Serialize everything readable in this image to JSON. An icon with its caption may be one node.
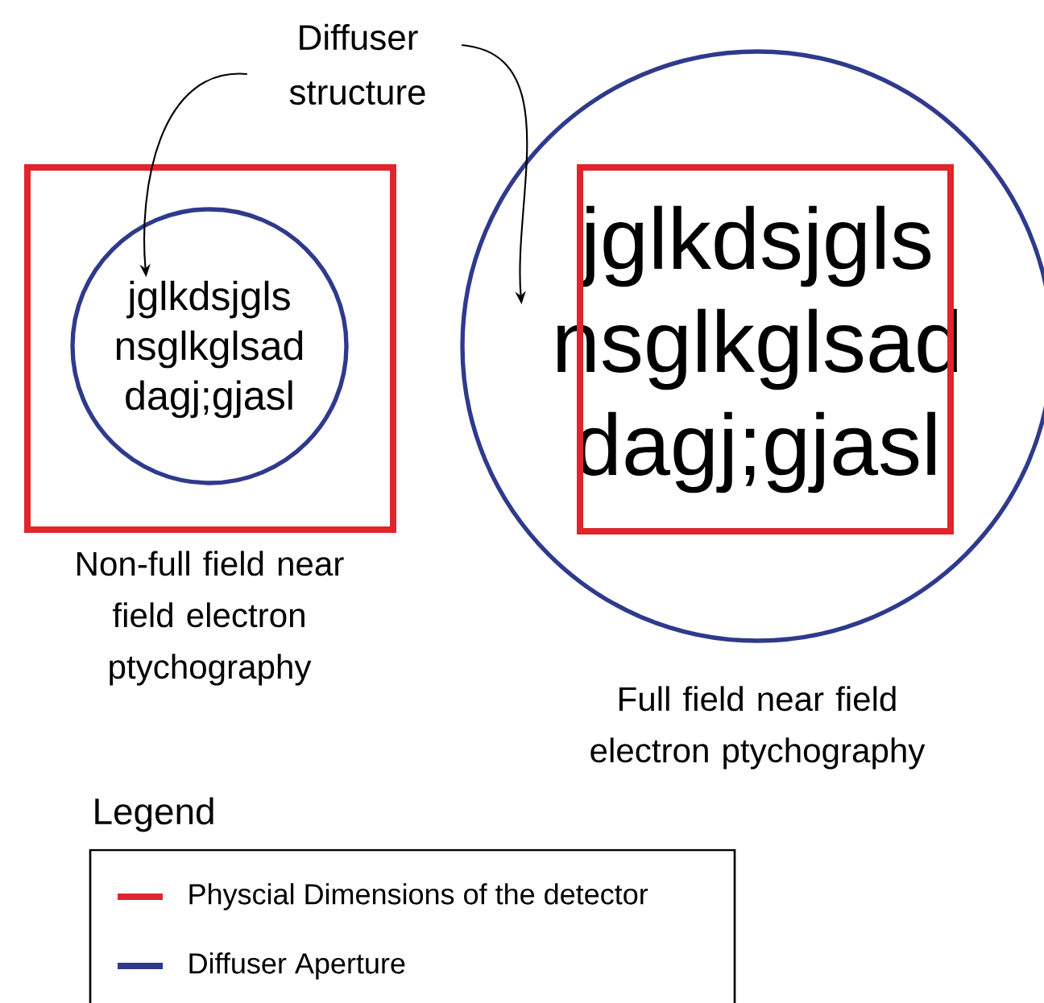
{
  "diagram": {
    "nodes": [
      {
        "text": [
          "Diffuser structure"
        ]
      },
      {
        "text": [
          "jglkdsjgls nsglkglsad dagj;gjasl"
        ]
      },
      {
        "text": [
          "jglkdsjgls nsglkglsad dagj;gjasl"
        ]
      }
    ],
    "edges": [
      {
        "from": 0,
        "to": 1,
        "arrow": "to"
      },
      {
        "from": 0,
        "to": 2,
        "arrow": "to"
      }
    ],
    "labels": [
      "Non-full field near field electron ptychography",
      "Full field near field electron ptychography",
      "Legend"
    ],
    "legend": [
      {
        "text": "Physcial Dimensions of the detector"
      },
      {
        "text": "Diffuser Aperture"
      }
    ]
  }
}
